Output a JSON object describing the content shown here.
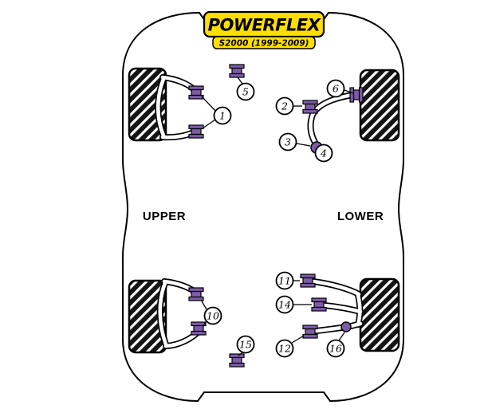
{
  "brand": {
    "name": "POWERFLEX",
    "model": "S2000 (1999-2009)"
  },
  "labels": {
    "upper": "UPPER",
    "lower": "LOWER"
  },
  "colors": {
    "logo_bg": "#FFDE00",
    "bush": "#7C5CA6",
    "outline": "#000000",
    "tire": "#141414"
  },
  "callouts": {
    "n1": "1",
    "n5": "5",
    "n2": "2",
    "n6": "6",
    "n3": "3",
    "n4": "4",
    "n10": "10",
    "n15": "15",
    "n11": "11",
    "n14": "14",
    "n12": "12",
    "n16": "16"
  }
}
